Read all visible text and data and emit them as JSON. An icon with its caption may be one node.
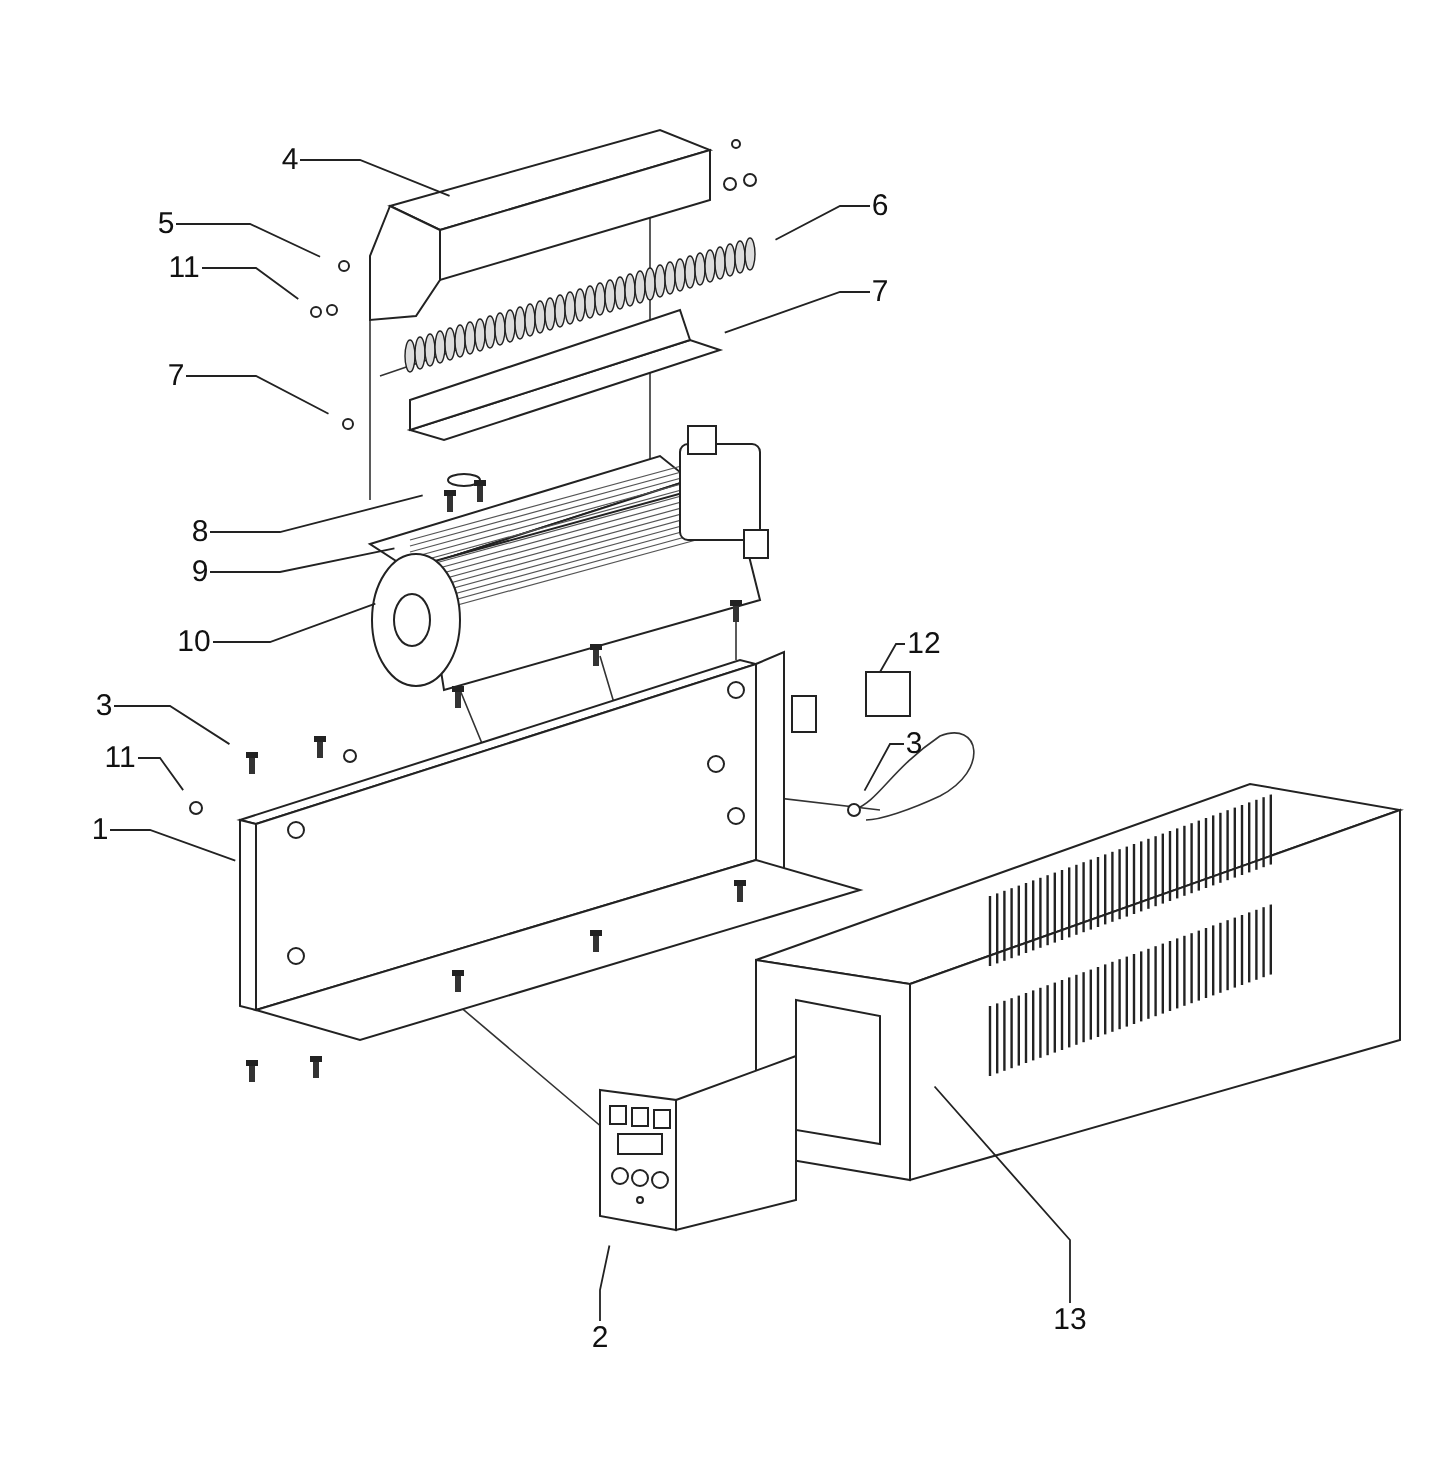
{
  "diagram": {
    "nodes": [
      {
        "text": [
          "4"
        ]
      },
      {
        "text": [
          "5"
        ]
      },
      {
        "text": [
          "6"
        ]
      },
      {
        "text": [
          "11"
        ]
      },
      {
        "text": [
          "7"
        ]
      },
      {
        "text": [
          "7"
        ]
      },
      {
        "text": [
          "8"
        ]
      },
      {
        "text": [
          "9"
        ]
      },
      {
        "text": [
          "10"
        ]
      },
      {
        "text": [
          "12"
        ]
      },
      {
        "text": [
          "3"
        ]
      },
      {
        "text": [
          "3"
        ]
      },
      {
        "text": [
          "11"
        ]
      },
      {
        "text": [
          "1"
        ]
      },
      {
        "text": [
          "2"
        ]
      },
      {
        "text": [
          "13"
        ]
      },
      {
        "text": [],
        "shape": "box"
      }
    ],
    "edges": [
      {
        "from": 0,
        "to": null,
        "arrow": "none"
      },
      {
        "from": 1,
        "to": null,
        "arrow": "none"
      },
      {
        "from": 2,
        "to": null,
        "arrow": "none"
      },
      {
        "from": 3,
        "to": null,
        "arrow": "none"
      },
      {
        "from": 4,
        "to": null,
        "arrow": "none"
      },
      {
        "from": 5,
        "to": null,
        "arrow": "none"
      },
      {
        "from": 6,
        "to": null,
        "arrow": "none"
      },
      {
        "from": 7,
        "to": null,
        "arrow": "none"
      },
      {
        "from": 8,
        "to": null,
        "arrow": "none"
      },
      {
        "from": 9,
        "to": 16,
        "arrow": "none"
      },
      {
        "from": 10,
        "to": null,
        "arrow": "none"
      },
      {
        "from": 11,
        "to": null,
        "arrow": "none"
      },
      {
        "from": 12,
        "to": null,
        "arrow": "none"
      },
      {
        "from": 13,
        "to": null,
        "arrow": "none"
      },
      {
        "from": 14,
        "to": null,
        "arrow": "none"
      },
      {
        "from": 15,
        "to": null,
        "arrow": "none"
      }
    ]
  }
}
